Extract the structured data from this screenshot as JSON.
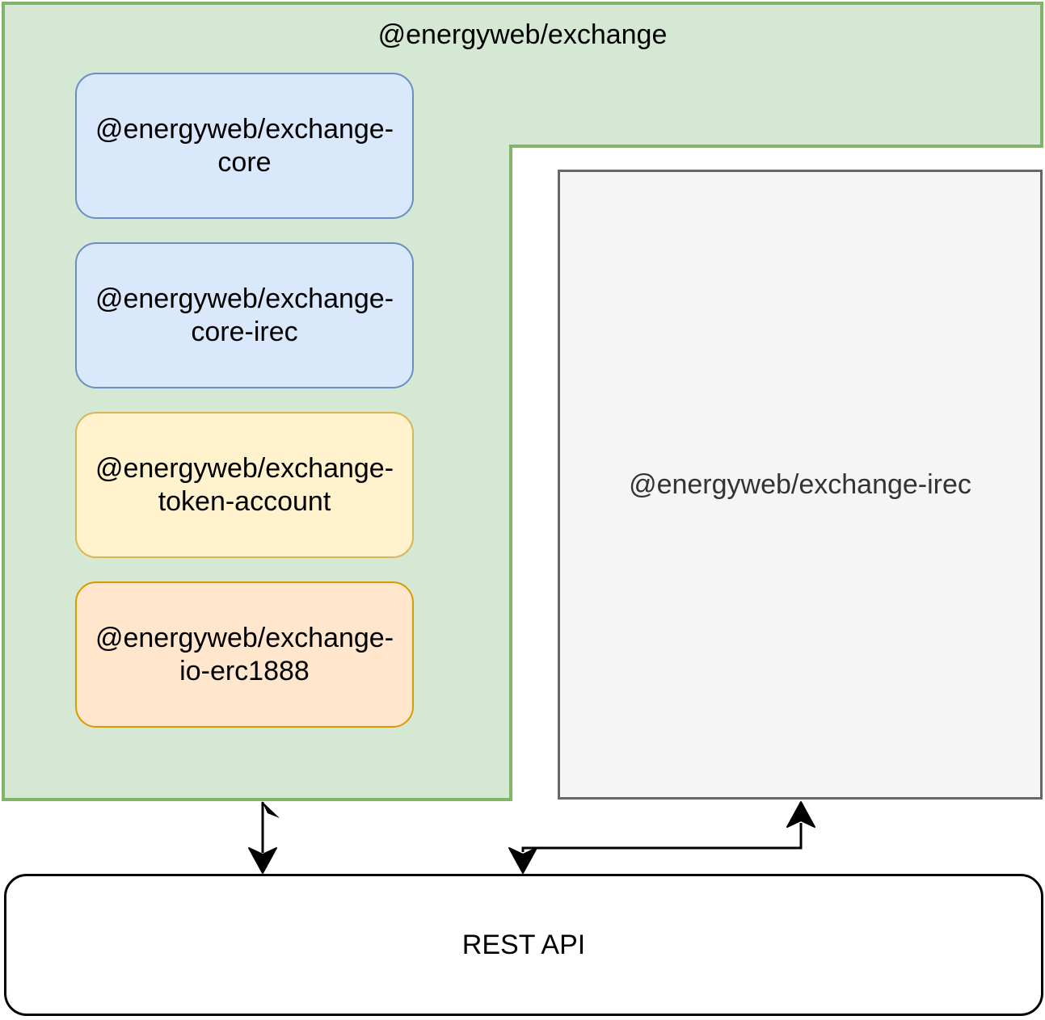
{
  "diagram": {
    "title": "@energyweb/exchange",
    "container": {
      "label": "@energyweb/exchange",
      "fill": "#d5e8d4",
      "stroke": "#82b366"
    },
    "packages": [
      {
        "id": "exchange-core",
        "label": "@energyweb/exchange-\ncore",
        "fill": "#dae8fc",
        "stroke": "#6c8ebf"
      },
      {
        "id": "exchange-core-irec",
        "label": "@energyweb/exchange-\ncore-irec",
        "fill": "#dae8fc",
        "stroke": "#6c8ebf"
      },
      {
        "id": "exchange-token-account",
        "label": "@energyweb/exchange-\ntoken-account",
        "fill": "#fff2cc",
        "stroke": "#d6b656"
      },
      {
        "id": "exchange-io-erc1888",
        "label": "@energyweb/exchange-\nio-erc1888",
        "fill": "#ffe6cc",
        "stroke": "#d79b00"
      }
    ],
    "irec_app": {
      "label": "@energyweb/exchange-irec",
      "fill": "#f5f5f5",
      "stroke": "#666666",
      "text_color": "#333333"
    },
    "rest_api": {
      "label": "REST API",
      "fill": "#ffffff",
      "stroke": "#000000"
    },
    "edges": [
      {
        "from": "@energyweb/exchange",
        "to": "REST API",
        "style": "arrow",
        "color": "#000000"
      },
      {
        "from": "REST API",
        "to": "@energyweb/exchange-irec",
        "style": "bidirectional-elbow",
        "color": "#000000"
      }
    ]
  }
}
